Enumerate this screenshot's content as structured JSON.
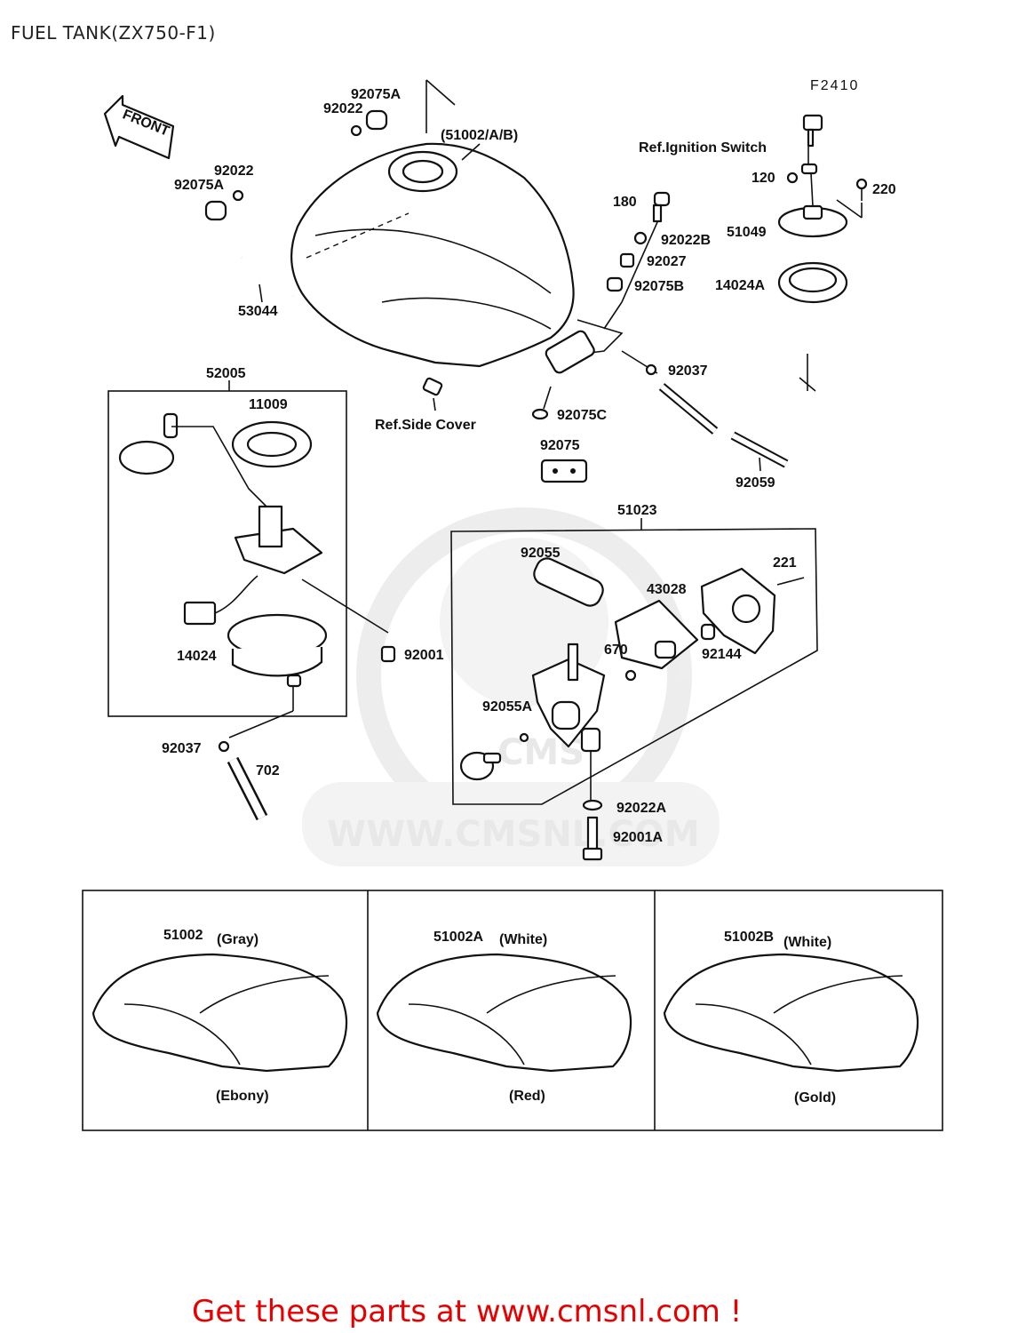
{
  "title": "FUEL TANK(ZX750-F1)",
  "figure_code": "F2410",
  "front_label": "FRONT",
  "watermark": "WWW.CMSNL.COM",
  "watermark_logo": "CMS",
  "footer": "Get these parts at www.cmsnl.com !",
  "labels": {
    "l92075A_top": "92075A",
    "l92022_top": "92022",
    "l51002AB": "(51002/A/B)",
    "l92022_left": "92022",
    "l92075A_left": "92075A",
    "l53044": "53044",
    "l180": "180",
    "l92022B": "92022B",
    "l92027": "92027",
    "l92075B": "92075B",
    "ref_ignition": "Ref.Ignition Switch",
    "l120": "120",
    "l220": "220",
    "l51049": "51049",
    "l14024A": "14024A",
    "l52005": "52005",
    "l11009": "11009",
    "l92037_mid": "92037",
    "ref_side_cover": "Ref.Side Cover",
    "l92075C": "92075C",
    "l92075": "92075",
    "l92059": "92059",
    "l51023": "51023",
    "l92055": "92055",
    "l43028": "43028",
    "l221": "221",
    "l670": "670",
    "l92144": "92144",
    "l14024": "14024",
    "l92001": "92001",
    "l92055A": "92055A",
    "l92037_low": "92037",
    "l702": "702",
    "l92022A": "92022A",
    "l92001A": "92001A"
  },
  "variants": [
    {
      "part": "51002",
      "top_color": "(Gray)",
      "bottom_color": "(Ebony)"
    },
    {
      "part": "51002A",
      "top_color": "(White)",
      "bottom_color": "(Red)"
    },
    {
      "part": "51002B",
      "top_color": "(White)",
      "bottom_color": "(Gold)"
    }
  ]
}
